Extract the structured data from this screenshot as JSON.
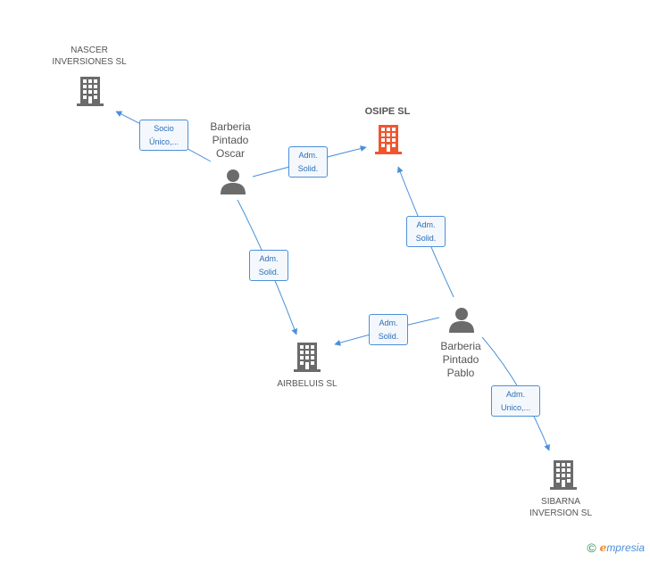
{
  "nodes": {
    "nascer": {
      "label": "NASCER\nINVERSIONES SL",
      "type": "company",
      "color": "#6b6b6b"
    },
    "osipe": {
      "label": "OSIPE SL",
      "type": "company",
      "color": "#f0562e"
    },
    "airbeluis": {
      "label": "AIRBELUIS  SL",
      "type": "company",
      "color": "#6b6b6b"
    },
    "sibarna": {
      "label": "SIBARNA\nINVERSION SL",
      "type": "company",
      "color": "#6b6b6b"
    },
    "oscar": {
      "label": "Barberia\nPintado\nOscar",
      "type": "person",
      "color": "#6b6b6b"
    },
    "pablo": {
      "label": "Barberia\nPintado\nPablo",
      "type": "person",
      "color": "#6b6b6b"
    }
  },
  "edges": {
    "oscar_nascer": "Socio\nÚnico,...",
    "oscar_osipe": "Adm.\nSolid.",
    "oscar_airbeluis": "Adm.\nSolid.",
    "pablo_osipe": "Adm.\nSolid.",
    "pablo_airbeluis": "Adm.\nSolid.",
    "pablo_sibarna": "Adm.\nUnico,..."
  },
  "colors": {
    "edge": "#4a90d9",
    "edge_label_border": "#4a90d9"
  },
  "footer": {
    "copyright": "©",
    "brand_initial": "e",
    "brand_rest": "mpresia"
  }
}
